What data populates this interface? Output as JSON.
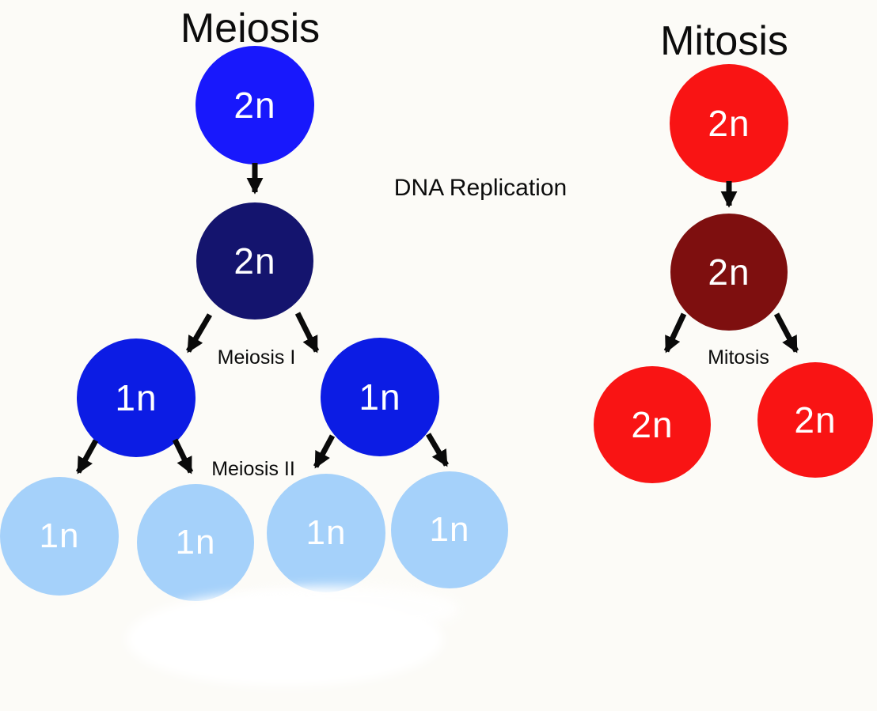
{
  "meiosis": {
    "title": "Meiosis",
    "parent_cell": "2n",
    "replicated_cell": "2n",
    "division1_label": "Meiosis I",
    "division1_cells": [
      "1n",
      "1n"
    ],
    "division2_label": "Meiosis II",
    "division2_cells": [
      "1n",
      "1n",
      "1n",
      "1n"
    ]
  },
  "mitosis": {
    "title": "Mitosis",
    "parent_cell": "2n",
    "replicated_cell": "2n",
    "division_label": "Mitosis",
    "division_cells": [
      "2n",
      "2n"
    ]
  },
  "shared": {
    "replication_label": "DNA Replication"
  },
  "colors": {
    "background": "#fcfbf7",
    "meiosis_parent": "#1818fc",
    "meiosis_replicated": "#14146e",
    "meiosis_haploid": "#0c1ce4",
    "meiosis_final": "#a5d1fa",
    "mitosis_parent": "#f91414",
    "mitosis_replicated": "#7e0f0f",
    "mitosis_daughter": "#f91414",
    "arrow": "#0a0a0a",
    "title_text": "#0c0c0c",
    "cell_text": "#ffffff"
  }
}
